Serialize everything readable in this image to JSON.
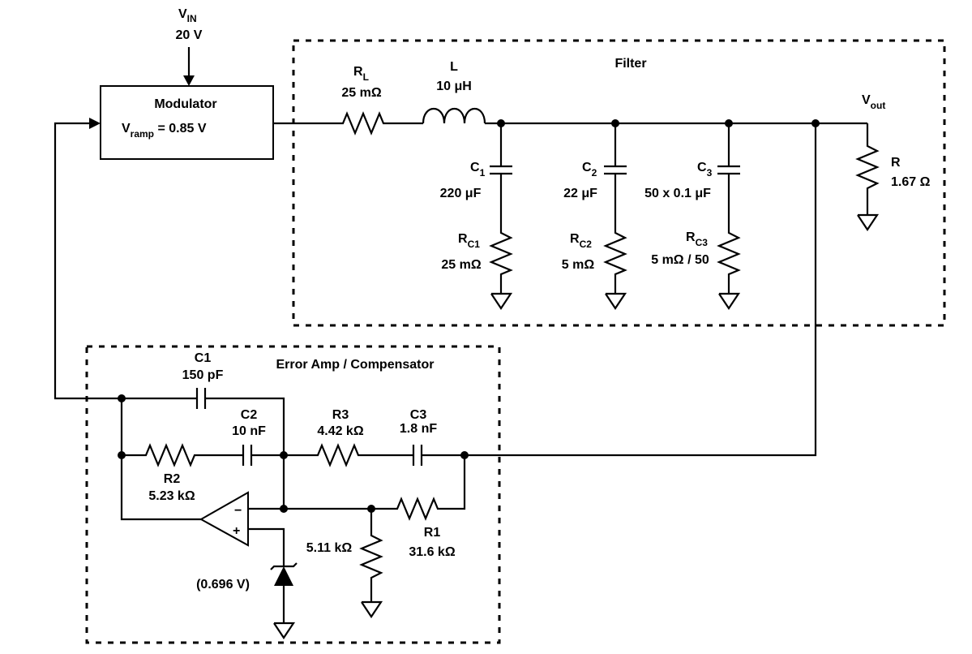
{
  "vin": {
    "label": "V",
    "sub": "IN",
    "value": "20 V"
  },
  "modulator": {
    "title": "Modulator",
    "vramp_label": "V",
    "vramp_sub": "ramp",
    "vramp_value": " = 0.85 V"
  },
  "filter": {
    "title": "Filter",
    "rl": {
      "label": "R",
      "sub": "L",
      "value": "25 mΩ"
    },
    "l": {
      "label": "L",
      "value": "10 μH"
    },
    "vout": {
      "label": "V",
      "sub": "out"
    },
    "r_load": {
      "label": "R",
      "value": "1.67 Ω"
    },
    "c1": {
      "label": "C",
      "sub": "1",
      "value": "220 μF"
    },
    "rc1": {
      "label": "R",
      "sub": "C1",
      "value": "25 mΩ"
    },
    "c2": {
      "label": "C",
      "sub": "2",
      "value": "22 μF"
    },
    "rc2": {
      "label": "R",
      "sub": "C2",
      "value": "5 mΩ"
    },
    "c3": {
      "label": "C",
      "sub": "3",
      "value": "50 x 0.1 μF"
    },
    "rc3": {
      "label": "R",
      "sub": "C3",
      "value": "5 mΩ / 50"
    }
  },
  "compensator": {
    "title": "Error Amp / Compensator",
    "c1": {
      "label": "C1",
      "value": "150 pF"
    },
    "c2": {
      "label": "C2",
      "value": "10 nF"
    },
    "r3": {
      "label": "R3",
      "value": "4.42 kΩ"
    },
    "c3": {
      "label": "C3",
      "value": "1.8 nF"
    },
    "r2": {
      "label": "R2",
      "value": "5.23 kΩ"
    },
    "r1": {
      "label": "R1",
      "value": "31.6 kΩ"
    },
    "r_bottom": {
      "value": "5.11 kΩ"
    },
    "vref": {
      "value": "(0.696 V)"
    },
    "minus": "−",
    "plus": "+"
  }
}
